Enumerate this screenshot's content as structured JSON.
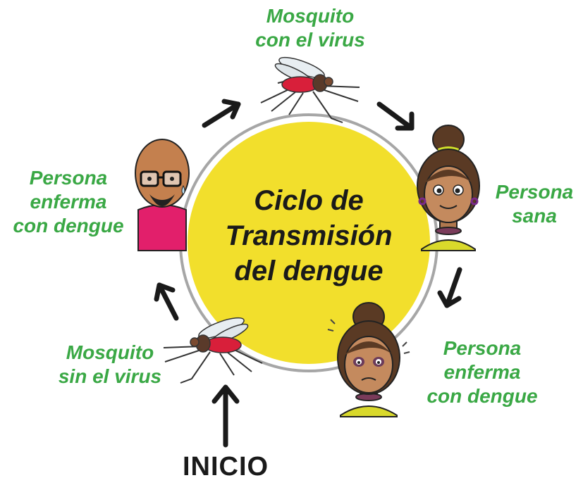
{
  "diagram": {
    "title_lines": [
      "Ciclo de",
      "Transmisión",
      "del dengue"
    ],
    "start_label": "INICIO",
    "colors": {
      "circle_fill": "#f2df2c",
      "ring": "#a6a6a6",
      "label_green": "#3aa845",
      "arrow": "#1a1a1a"
    },
    "stages": [
      {
        "id": "mosquito-with-virus",
        "lines": [
          "Mosquito",
          "con el virus"
        ],
        "icon": "mosquito-icon"
      },
      {
        "id": "healthy-person",
        "lines": [
          "Persona",
          "sana"
        ],
        "icon": "healthy-woman-icon"
      },
      {
        "id": "sick-woman",
        "lines": [
          "Persona",
          "enferma",
          "con dengue"
        ],
        "icon": "sick-woman-icon"
      },
      {
        "id": "mosquito-without-virus",
        "lines": [
          "Mosquito",
          "sin el virus"
        ],
        "icon": "mosquito-icon"
      },
      {
        "id": "sick-man",
        "lines": [
          "Persona",
          "enferma",
          "con dengue"
        ],
        "icon": "sick-man-icon"
      }
    ]
  }
}
